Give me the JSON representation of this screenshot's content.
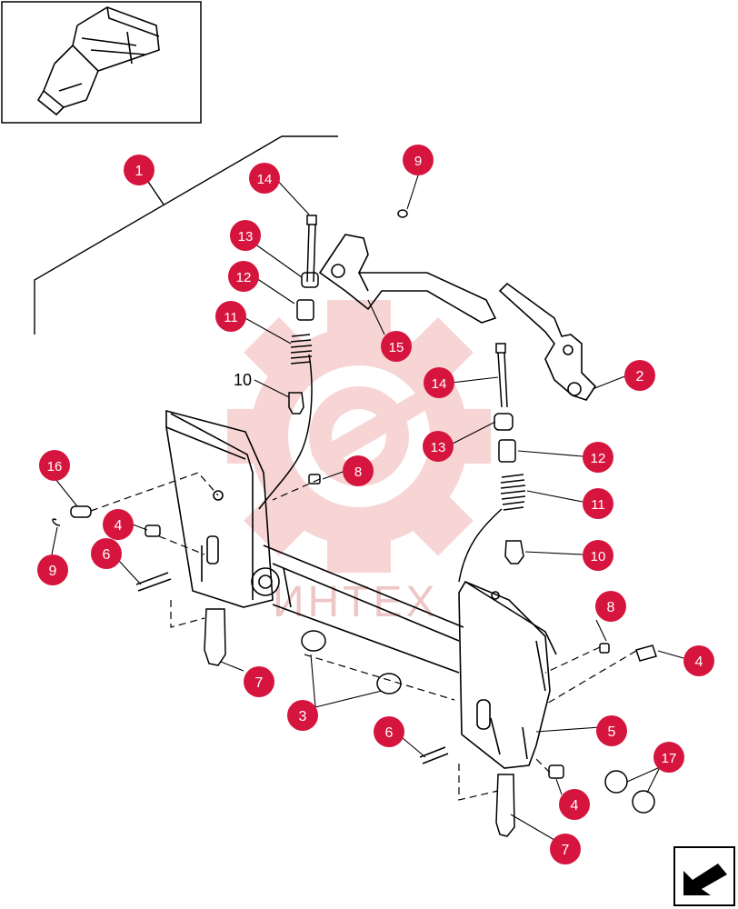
{
  "colors": {
    "callout_fill": "#d6153e",
    "callout_text": "#ffffff",
    "line": "#000000",
    "watermark": "#f6c9c9"
  },
  "icons": {
    "thumbnail": "loader-frame-thumbnail-icon",
    "nav": "back-arrow-icon",
    "watermark": "gear-wrench-logo-icon"
  },
  "watermark": {
    "text": "ИНТЕХ"
  },
  "labels": {
    "c1": "1",
    "c2": "2",
    "c3": "3",
    "c4a": "4",
    "c4b": "4",
    "c4c": "4",
    "c5": "5",
    "c6a": "6",
    "c6b": "6",
    "c7a": "7",
    "c7b": "7",
    "c8a": "8",
    "c8b": "8",
    "c9a": "9",
    "c9b": "9",
    "c10a": "10",
    "c11a": "11",
    "c11b": "11",
    "c12a": "12",
    "c12b": "12",
    "c13a": "13",
    "c13b": "13",
    "c14a": "14",
    "c14b": "14",
    "c15": "15",
    "c16": "16",
    "c17": "17",
    "plain10": "10"
  }
}
